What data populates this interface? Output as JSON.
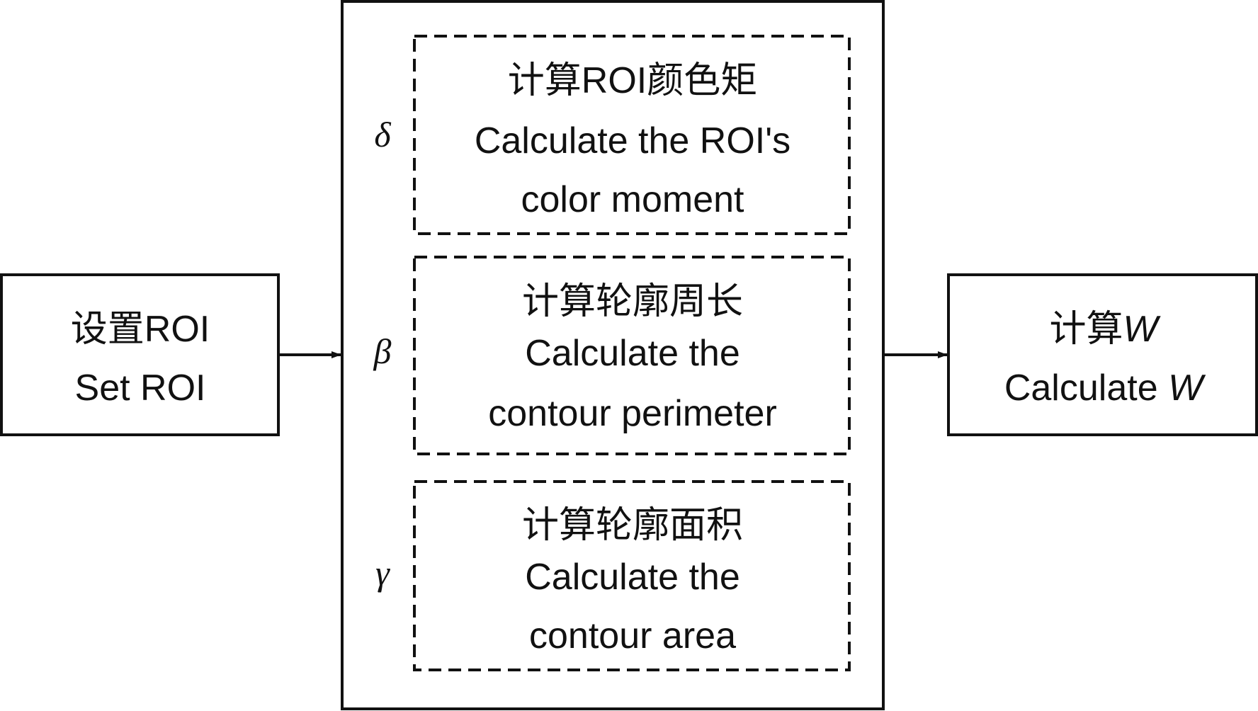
{
  "diagram": {
    "input_box": {
      "line1": "设置ROI",
      "line2": "Set ROI"
    },
    "step_boxes": [
      {
        "symbol": "δ",
        "line1": "计算ROI颜色矩",
        "line2": "Calculate the ROI's",
        "line3": "color moment"
      },
      {
        "symbol": "β",
        "line1": "计算轮廓周长",
        "line2": "Calculate the",
        "line3": "contour perimeter"
      },
      {
        "symbol": "γ",
        "line1": "计算轮廓面积",
        "line2": "Calculate the",
        "line3": "contour area"
      }
    ],
    "output_box": {
      "line1_prefix": "计算",
      "line1_var": "W",
      "line2_prefix": "Calculate ",
      "line2_var": "W"
    },
    "colors": {
      "stroke": "#111111",
      "background": "#ffffff"
    }
  }
}
